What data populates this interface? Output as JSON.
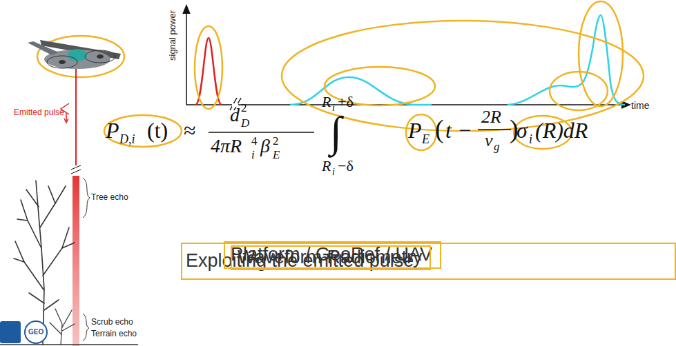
{
  "diagram": {
    "nodes": [
      {
        "text": [
          "Exploiting the emitted pulse"
        ]
      },
      {
        "text": [
          "Platform / GeoRef / UAV"
        ],
        "in": 0
      },
      {
        "text": [
          "Waveform Radiometry"
        ],
        "in": 0
      }
    ],
    "labels": [
      "signal power",
      "time",
      "Emitted pulse",
      "Tree echo",
      "Scrub echo",
      "Terrain echo",
      "GEO",
      "P",
      "D,i",
      "(t)",
      "≈",
      "d",
      "D",
      "2",
      "4πR",
      "i",
      "4",
      "β",
      "E",
      "2",
      "R",
      "i",
      "+δ",
      "∫",
      "R",
      "i",
      "−δ",
      "P",
      "E",
      "(",
      "t −",
      "2R",
      "v",
      "g",
      ")",
      "σ",
      "i",
      "(R)dR"
    ]
  }
}
